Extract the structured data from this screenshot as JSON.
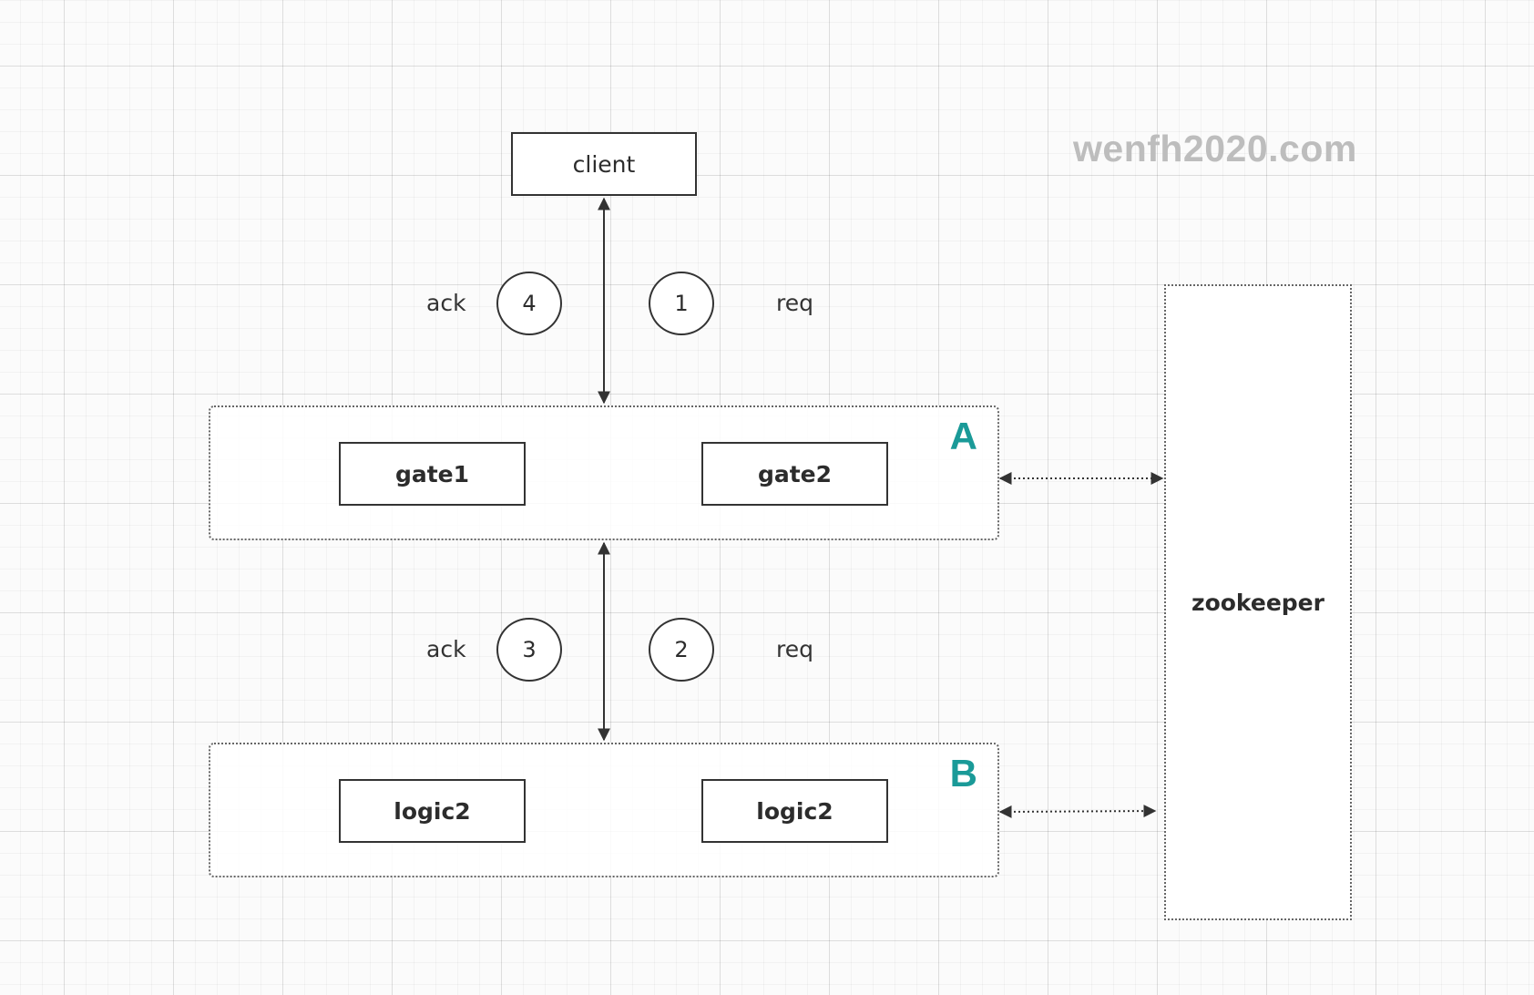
{
  "watermark": "wenfh2020.com",
  "client": {
    "label": "client"
  },
  "group_a": {
    "label": "A",
    "nodes": [
      "gate1",
      "gate2"
    ]
  },
  "group_b": {
    "label": "B",
    "nodes": [
      "logic2",
      "logic2"
    ]
  },
  "zookeeper": {
    "label": "zookeeper"
  },
  "upper_link": {
    "ack_label": "ack",
    "ack_step": "4",
    "req_step": "1",
    "req_label": "req"
  },
  "lower_link": {
    "ack_label": "ack",
    "ack_step": "3",
    "req_step": "2",
    "req_label": "req"
  },
  "colors": {
    "group_label": "#1a9a98",
    "watermark": "#bdbdbd",
    "stroke": "#333333"
  }
}
